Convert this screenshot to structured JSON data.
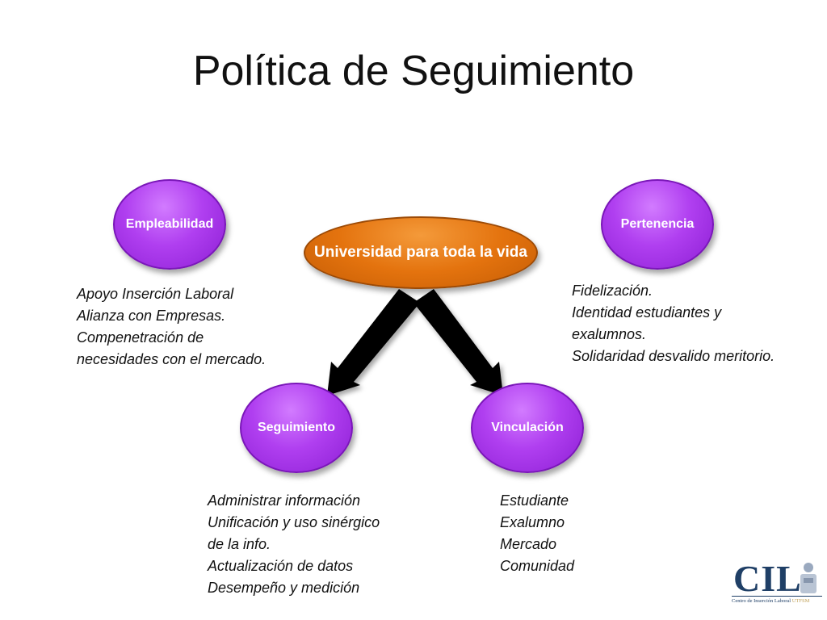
{
  "slide": {
    "title": "Política de Seguimiento"
  },
  "nodes": {
    "center": "Universidad para toda la vida",
    "empleabilidad": "Empleabilidad",
    "pertenencia": "Pertenencia",
    "seguimiento": "Seguimiento",
    "vinculacion": "Vinculación"
  },
  "descriptions": {
    "empleabilidad": [
      "Apoyo Inserción Laboral",
      "Alianza con Empresas.",
      "Compenetración de",
      "necesidades con el mercado."
    ],
    "pertenencia": [
      "Fidelización.",
      "Identidad estudiantes y",
      "exalumnos.",
      "Solidaridad desvalido meritorio."
    ],
    "seguimiento": [
      "Administrar información",
      "Unificación y uso sinérgico",
      "de la info.",
      "Actualización de datos",
      "Desempeño y medición"
    ],
    "vinculacion": [
      "Estudiante",
      "Exalumno",
      "Mercado",
      "Comunidad"
    ]
  },
  "logo": {
    "name": "CIL",
    "subtitle_main": "Centro de Inserción Laboral",
    "subtitle_accent": "UTFSM"
  },
  "colors": {
    "purple": "#b03ff0",
    "orange": "#e4730e",
    "arrow": "#000000",
    "logo": "#1f3f66"
  }
}
